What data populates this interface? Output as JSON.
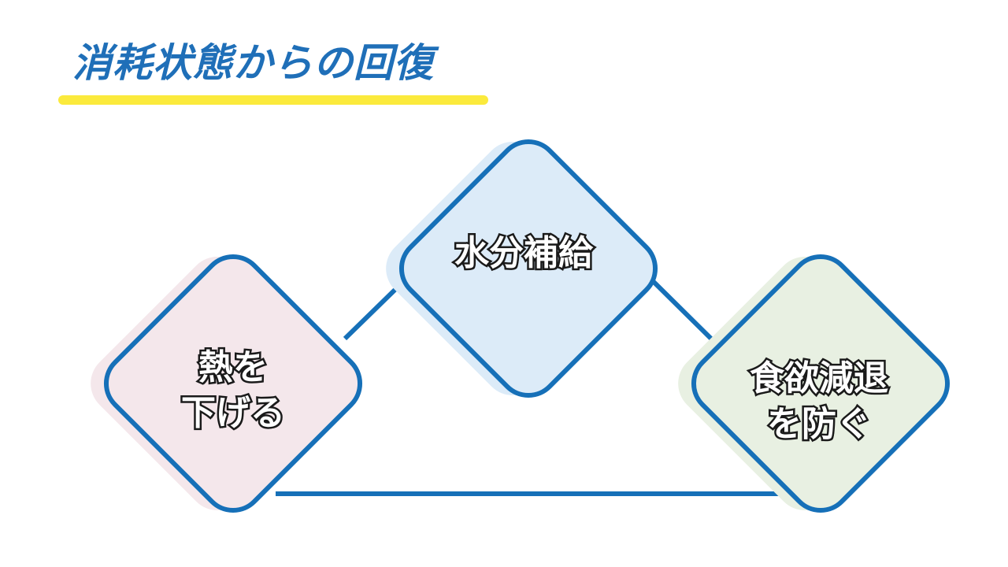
{
  "title": "消耗状態からの回復",
  "colors": {
    "title": "#1f6fb8",
    "underline": "#fbea3c",
    "outline": "#1670b8",
    "connector": "#1670b8"
  },
  "nodes": [
    {
      "id": "top",
      "lines": [
        "水分補給"
      ],
      "fill": "#dcebf8",
      "shadow": "#dcebf8"
    },
    {
      "id": "left",
      "lines": [
        "熱を",
        "下げる"
      ],
      "fill": "#f4e7eb",
      "shadow": "#f4e7eb"
    },
    {
      "id": "right",
      "lines": [
        "食欲減退",
        "を防ぐ"
      ],
      "fill": "#e8f0e2",
      "shadow": "#e8f0e2"
    }
  ]
}
